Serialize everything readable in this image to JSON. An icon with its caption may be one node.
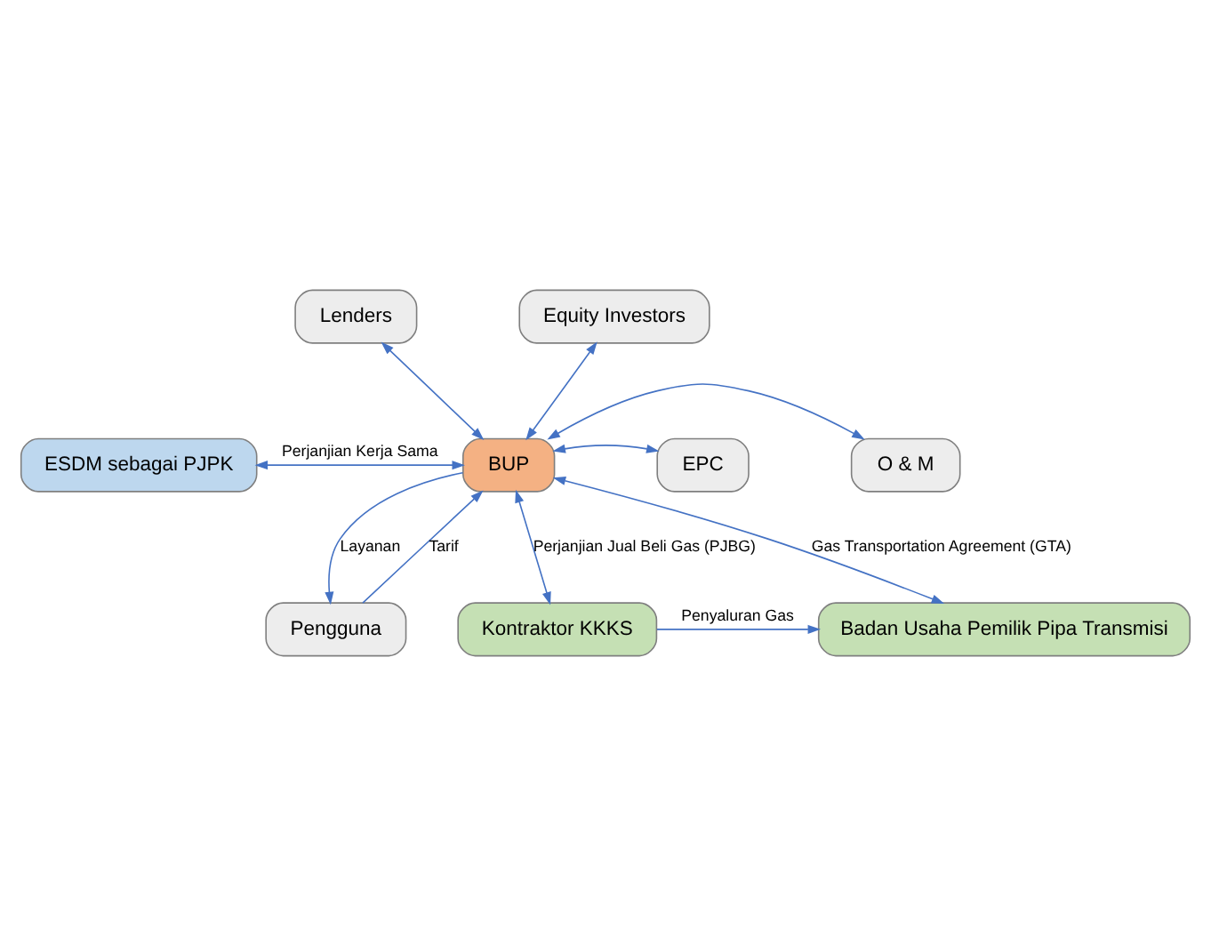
{
  "diagram": {
    "nodes": [
      {
        "text": [
          "Lenders"
        ]
      },
      {
        "text": [
          "Equity Investors"
        ]
      },
      {
        "text": [
          "EPC"
        ]
      },
      {
        "text": [
          "ESDM sebagai PJPK"
        ]
      },
      {
        "text": [
          "BUP"
        ]
      },
      {
        "text": [
          "O & M"
        ]
      },
      {
        "text": [
          "Pengguna"
        ]
      },
      {
        "text": [
          "Kontraktor KKKS"
        ]
      },
      {
        "text": [
          "Badan Usaha Pemilik Pipa Transmisi"
        ]
      }
    ],
    "edges": [
      {
        "from": 0,
        "to": 4,
        "arrow": "both"
      },
      {
        "from": 1,
        "to": 4,
        "arrow": "both"
      },
      {
        "from": 2,
        "to": 4,
        "arrow": "both"
      },
      {
        "from": 3,
        "to": 4,
        "arrow": "both",
        "label": "Perjanjian Kerja Sama"
      },
      {
        "from": 5,
        "to": 4,
        "arrow": "both"
      },
      {
        "from": 4,
        "to": 6,
        "arrow": "to",
        "label": "Layanan"
      },
      {
        "from": 6,
        "to": 4,
        "arrow": "to",
        "label": "Tarif"
      },
      {
        "from": 4,
        "to": 7,
        "arrow": "both",
        "label": "Perjanjian Jual Beli Gas (PJBG)"
      },
      {
        "from": 4,
        "to": 8,
        "arrow": "both",
        "label": "Gas Transportation Agreement (GTA)"
      },
      {
        "from": 7,
        "to": 8,
        "arrow": "to",
        "label": "Penyaluran Gas"
      }
    ]
  }
}
